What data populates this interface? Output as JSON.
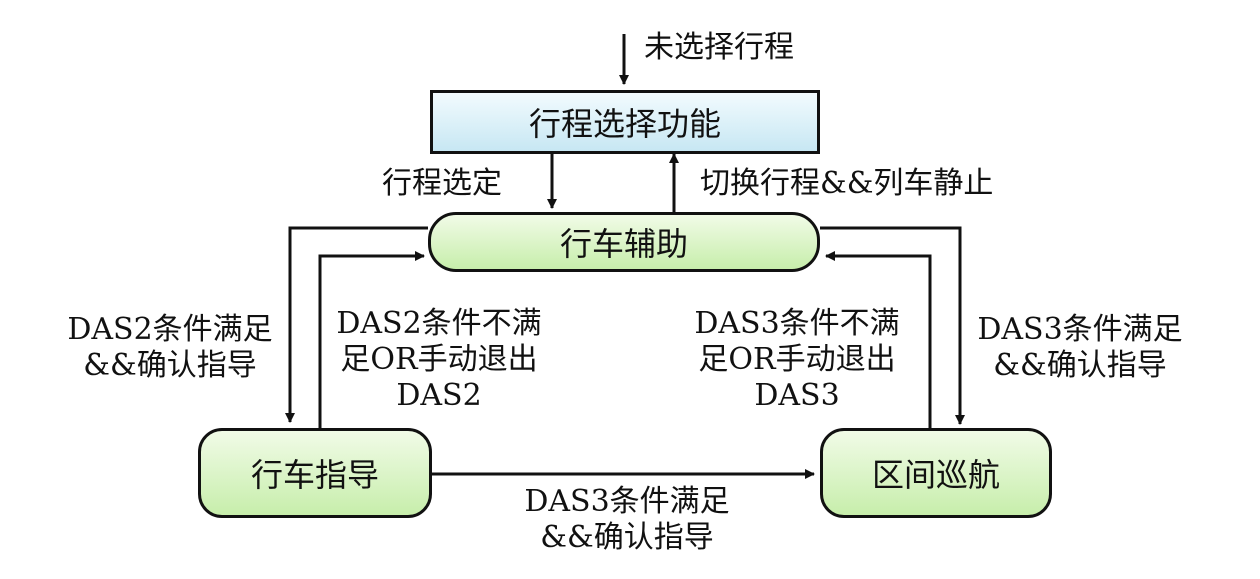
{
  "nodes": {
    "trip_select": "行程选择功能",
    "driving_assist": "行车辅助",
    "driving_guide": "行车指导",
    "section_cruise": "区间巡航"
  },
  "labels": {
    "no_trip": "未选择行程",
    "trip_selected": "行程选定",
    "switch_trip": "切换行程&&列车静止",
    "to_das2": [
      "DAS2条件满足",
      "&&确认指导"
    ],
    "exit_das2": [
      "DAS2条件不满",
      "足OR手动退出",
      "DAS2"
    ],
    "exit_das3": [
      "DAS3条件不满",
      "足OR手动退出",
      "DAS3"
    ],
    "to_das3": [
      "DAS3条件满足",
      "&&确认指导"
    ],
    "guide_to_cruise": [
      "DAS3条件满足",
      "&&确认指导"
    ]
  }
}
